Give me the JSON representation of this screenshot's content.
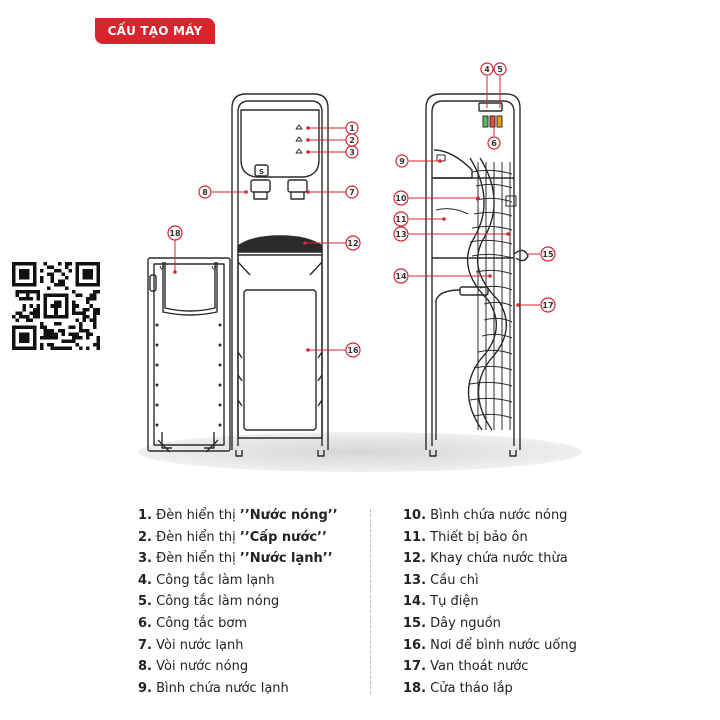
{
  "header": {
    "title": "CẤU TẠO MÁY"
  },
  "colors": {
    "accent": "#d9232d",
    "line": "#2b2b2b",
    "floor": "#dcdcdc"
  },
  "callouts": {
    "c1": "1",
    "c2": "2",
    "c3": "3",
    "c4": "4",
    "c5": "5",
    "c6": "6",
    "c7": "7",
    "c8": "8",
    "c9": "9",
    "c10": "10",
    "c11": "11",
    "c12": "12",
    "c13": "13",
    "c14": "14",
    "c15": "15",
    "c16": "16",
    "c17": "17",
    "c18": "18"
  },
  "front_panel": {
    "button_label": "S"
  },
  "qr": {
    "icon": "qr-code-icon",
    "center_icon": "facebook-icon"
  },
  "parts": [
    {
      "num": "1.",
      "pre": "Đèn hiển thị ",
      "bold": "’’Nước nóng’’"
    },
    {
      "num": "2.",
      "pre": "Đèn hiển thị ",
      "bold": "’’Cấp nước’’"
    },
    {
      "num": "3.",
      "pre": "Đèn hiển thị ",
      "bold": "’’Nước lạnh’’"
    },
    {
      "num": "4.",
      "pre": "Công tắc làm lạnh",
      "bold": ""
    },
    {
      "num": "5.",
      "pre": "Công tắc làm nóng",
      "bold": ""
    },
    {
      "num": "6.",
      "pre": "Công tắc bơm",
      "bold": ""
    },
    {
      "num": "7.",
      "pre": "Vòi nước lạnh",
      "bold": ""
    },
    {
      "num": "8.",
      "pre": "Vòi nước nóng",
      "bold": ""
    },
    {
      "num": "9.",
      "pre": "Bình chứa nước lạnh",
      "bold": ""
    },
    {
      "num": "10.",
      "pre": "Bình chứa nước nóng",
      "bold": ""
    },
    {
      "num": "11.",
      "pre": "Thiết bị bảo ôn",
      "bold": ""
    },
    {
      "num": "12.",
      "pre": "Khay chứa nước thừa",
      "bold": ""
    },
    {
      "num": "13.",
      "pre": "Cầu chì",
      "bold": ""
    },
    {
      "num": "14.",
      "pre": "Tụ điện",
      "bold": ""
    },
    {
      "num": "15.",
      "pre": "Dây nguồn",
      "bold": ""
    },
    {
      "num": "16.",
      "pre": "Nơi để bình nước uống",
      "bold": ""
    },
    {
      "num": "17.",
      "pre": "Van thoát nước",
      "bold": ""
    },
    {
      "num": "18.",
      "pre": "Cửa tháo lắp",
      "bold": ""
    }
  ]
}
